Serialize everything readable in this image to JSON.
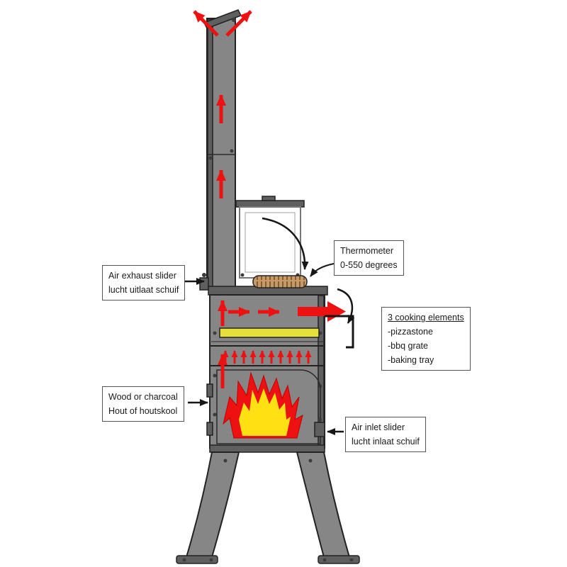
{
  "diagram": {
    "labels": {
      "air_exhaust": {
        "en": "Air exhaust slider",
        "nl": "lucht uitlaat schuif"
      },
      "thermometer": {
        "name": "Thermometer",
        "range": "0-550 degrees"
      },
      "cooking_elements": {
        "title": "3 cooking elements",
        "items": [
          "-pizzastone",
          "-bbq grate",
          "-baking tray"
        ]
      },
      "fuel": {
        "en": "Wood or charcoal",
        "nl": "Hout of houtskool"
      },
      "air_inlet": {
        "en": "Air inlet slider",
        "nl": "lucht inlaat schuif"
      }
    },
    "colors": {
      "body_gray": "#868686",
      "dark_gray": "#5f5f5f",
      "outline": "#222222",
      "arrow_red": "#ee1111",
      "flame_red": "#ee1111",
      "flame_yellow": "#ffe013",
      "pizzastone_yellow": "#e6e13a",
      "thermometer_tan": "#c79a66",
      "label_bg": "#ffffff",
      "label_border": "#555555"
    }
  }
}
